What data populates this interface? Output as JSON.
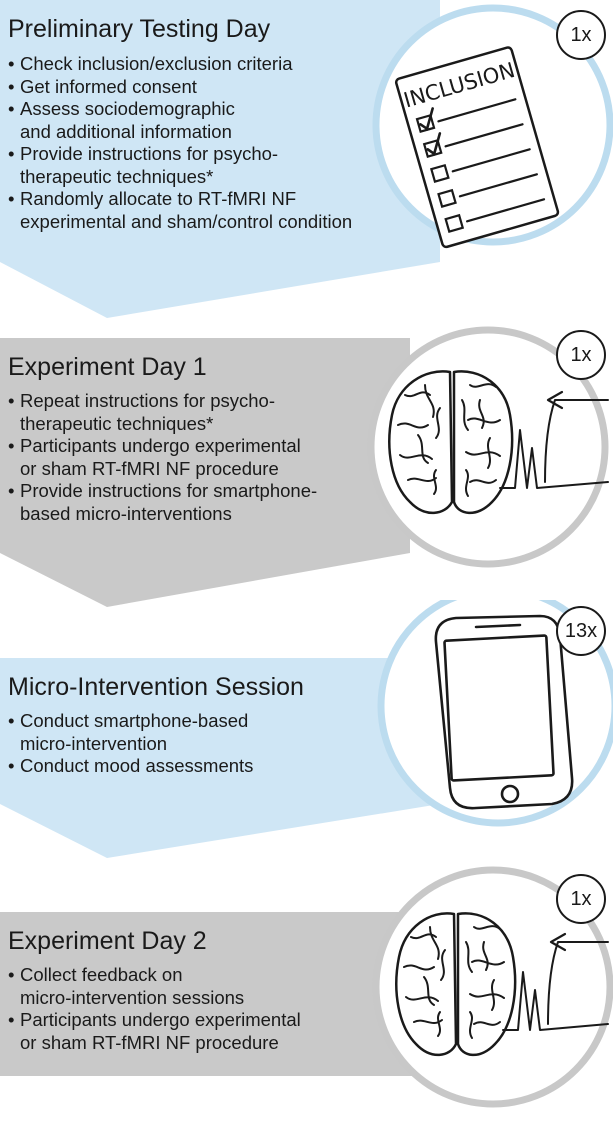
{
  "colors": {
    "light_blue": "#cfe6f5",
    "light_gray": "#c9c9c9",
    "ring_blue": "#bcdcef",
    "ring_gray": "#c8c8c8"
  },
  "stages": [
    {
      "title": "Preliminary Testing Day",
      "frequency": "1x",
      "icon": "inclusion-checklist-icon",
      "checklist_label": "INCLUSION",
      "bullets": [
        [
          "Check inclusion/exclusion criteria"
        ],
        [
          "Get informed consent"
        ],
        [
          "Assess sociodemographic",
          "and additional information"
        ],
        [
          "Provide instructions for psycho-",
          "therapeutic techniques*"
        ],
        [
          "Randomly allocate to RT-fMRI NF",
          "experimental and sham/control condition"
        ]
      ]
    },
    {
      "title": "Experiment Day 1",
      "frequency": "1x",
      "icon": "brain-neurofeedback-icon",
      "bullets": [
        [
          "Repeat instructions for psycho-",
          "therapeutic techniques*"
        ],
        [
          "Participants undergo experimental",
          "or sham RT-fMRI NF procedure"
        ],
        [
          "Provide instructions for smartphone-",
          "based micro-interventions"
        ]
      ]
    },
    {
      "title": "Micro-Intervention Session",
      "frequency": "13x",
      "icon": "smartphone-icon",
      "bullets": [
        [
          "Conduct smartphone-based",
          "micro-intervention"
        ],
        [
          "Conduct mood assessments"
        ]
      ]
    },
    {
      "title": "Experiment Day 2",
      "frequency": "1x",
      "icon": "brain-neurofeedback-icon",
      "bullets": [
        [
          "Collect feedback on",
          "micro-intervention sessions"
        ],
        [
          "Participants undergo experimental",
          "or sham RT-fMRI NF procedure"
        ]
      ]
    }
  ]
}
